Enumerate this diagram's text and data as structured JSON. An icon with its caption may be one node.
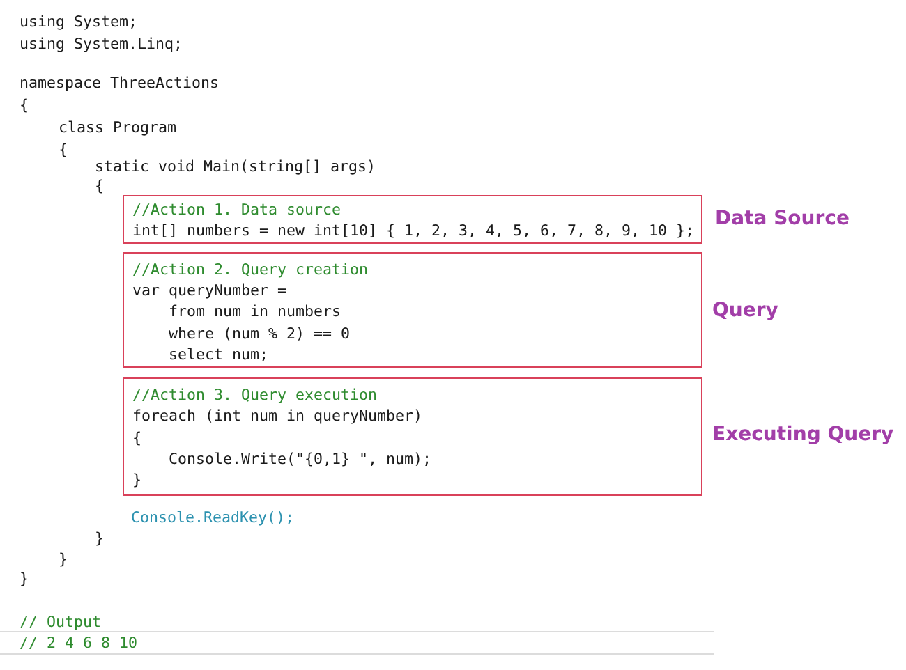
{
  "diagram": {
    "nodes": [
      {
        "text": [
          "//Action 1. Data source",
          "int[] numbers = new int[10] { 1, 2, 3, 4, 5, 6, 7, 8, 9, 10 };"
        ],
        "beside": [
          "Data Source"
        ]
      },
      {
        "text": [
          "//Action 2. Query creation",
          "var queryNumber =",
          "from num in numbers",
          "where (num % 2) == 0",
          "select num;"
        ],
        "beside": [
          "Query"
        ]
      },
      {
        "text": [
          "//Action 3. Query execution",
          "foreach (int num in queryNumber)",
          "{",
          "Console.Write(\"{0,1} \", num);",
          "}"
        ],
        "beside": [
          "Executing Query"
        ]
      }
    ],
    "labels": [
      "using System;",
      "using System.Linq;",
      "namespace ThreeActions",
      "{",
      "class Program",
      "{",
      "static void Main(string[] args)",
      "{",
      "Console.ReadKey();",
      "}",
      "}",
      "}",
      "// Output",
      "// 2 4 6 8 10"
    ]
  }
}
